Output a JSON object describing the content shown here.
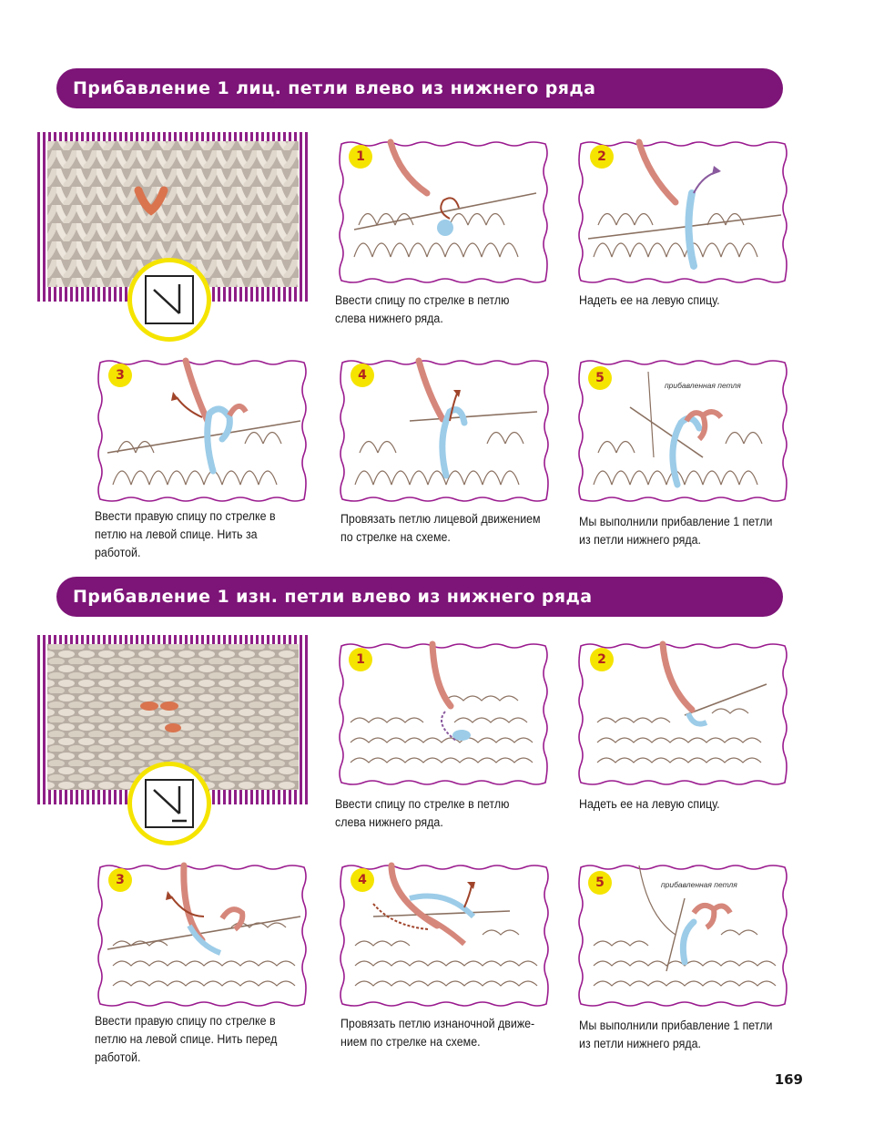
{
  "colors": {
    "accent": "#7d1477",
    "fringe": "#8e1e86",
    "panel_border": "#9a1a8e",
    "step_badge": "#f5e400",
    "step_text": "#b3261e",
    "yarn_pink": "#d6877b",
    "yarn_blue": "#9ccce8",
    "arrow_purple": "#8a5a9e",
    "arrow_brown": "#a0442a"
  },
  "section1": {
    "title": "Прибавление 1 лиц. петли влево из нижнего ряда",
    "steps": [
      {
        "num": "1",
        "caption": "Ввести спицу по стрелке в петлю слева нижнего ряда."
      },
      {
        "num": "2",
        "caption": "Надеть ее на левую спицу."
      },
      {
        "num": "3",
        "caption": "Ввести правую спицу по стрелке в петлю на левой спице. Нить за работой."
      },
      {
        "num": "4",
        "caption": "Провязать петлю лицевой движением по стрелке на схеме."
      },
      {
        "num": "5",
        "caption": "Мы выполнили прибавление 1 петли из петли нижнего ряда.",
        "label": "прибавленная петля"
      }
    ]
  },
  "section2": {
    "title": "Прибавление 1 изн. петли влево из нижнего ряда",
    "steps": [
      {
        "num": "1",
        "caption": "Ввести спицу по стрелке в петлю слева нижнего ряда."
      },
      {
        "num": "2",
        "caption": "Надеть ее на левую спицу."
      },
      {
        "num": "3",
        "caption": "Ввести правую спицу по стрелке в петлю на левой спице. Нить перед работой."
      },
      {
        "num": "4",
        "caption": "Провязать петлю изнаночной движе-нием по стрелке на схеме."
      },
      {
        "num": "5",
        "caption": "Мы выполнили прибавление 1 петли из петли нижнего ряда.",
        "label": "прибавленная петля"
      }
    ]
  },
  "page_number": "169"
}
